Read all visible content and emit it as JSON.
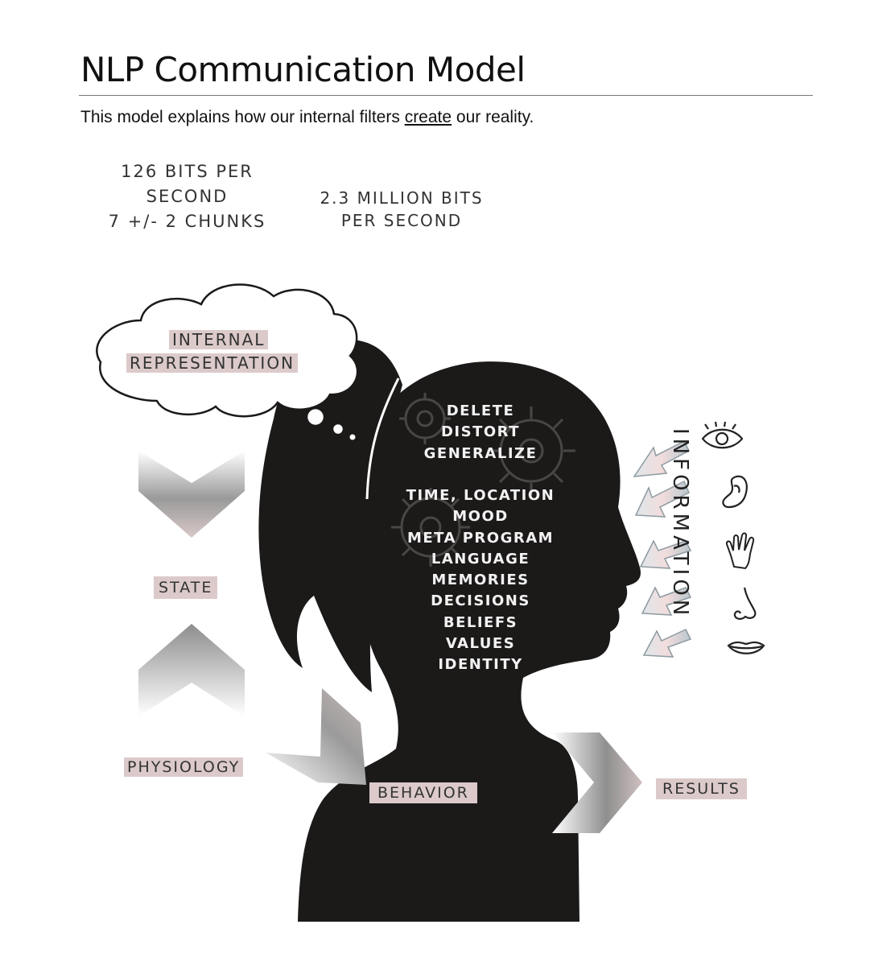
{
  "document": {
    "title": "NLP Communication Model",
    "subtitle_before": "This model explains how our internal filters ",
    "subtitle_link": "create",
    "subtitle_after": " our reality."
  },
  "stats": {
    "conscious": [
      "126 BITS PER",
      "SECOND",
      "7 +/- 2 CHUNKS"
    ],
    "unconscious": [
      "2.3 MILLION BITS",
      "PER SECOND"
    ]
  },
  "labels": {
    "internal": "INTERNAL",
    "representation": "REPRESENTATION",
    "state": "STATE",
    "physiology": "PHYSIOLOGY",
    "behavior": "BEHAVIOR",
    "results": "RESULTS",
    "information": "INFORMATION"
  },
  "filters": {
    "group1": [
      "DELETE",
      "DISTORT",
      "GENERALIZE"
    ],
    "group2": [
      "TIME, LOCATION",
      "MOOD",
      "META PROGRAM",
      "LANGUAGE",
      "MEMORIES",
      "DECISIONS",
      "BELIEFS",
      "VALUES",
      "IDENTITY"
    ]
  },
  "senses": [
    "eye-icon",
    "ear-icon",
    "hand-icon",
    "nose-icon",
    "lips-icon"
  ],
  "colors": {
    "silhouette": "#1c1919",
    "label_highlight": "#dccaca",
    "arrow_gray": "#8f8f8f"
  }
}
